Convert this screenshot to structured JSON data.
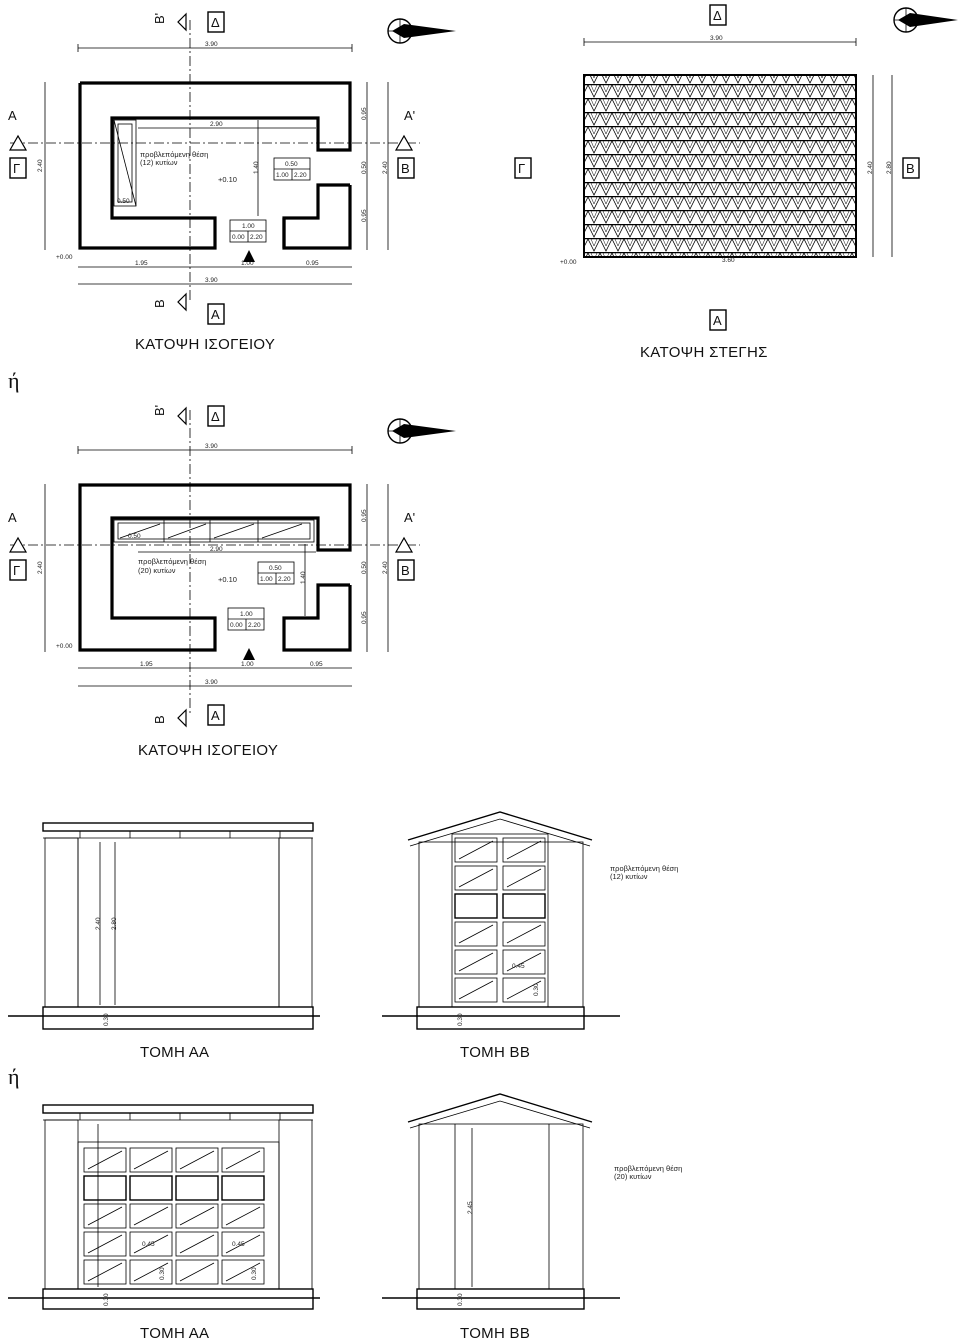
{
  "captions": {
    "plan_ground_1": "ΚΑΤΟΨΗ ΙΣΟΓΕΙΟΥ",
    "plan_roof": "ΚΑΤΟΨΗ ΣΤΕΓΗΣ",
    "plan_ground_2": "ΚΑΤΟΨΗ ΙΣΟΓΕΙΟΥ",
    "section_aa_1": "ΤΟΜΗ ΑΑ",
    "section_bb_1": "ΤΟΜΗ ΒΒ",
    "section_aa_2": "ΤΟΜΗ ΑΑ",
    "section_bb_2": "ΤΟΜΗ ΒΒ"
  },
  "separators": {
    "or_1": "ή",
    "or_2": "ή"
  },
  "facade_labels": {
    "a": "Α",
    "b": "Β",
    "g": "Γ",
    "d": "Δ"
  },
  "section_labels": {
    "a": "A",
    "a_prime": "A'",
    "b": "B",
    "b_prime": "B'"
  },
  "dimensions": {
    "total_width": "3.90",
    "total_depth": "2.40",
    "inner_width": "2.90",
    "left_segment": "1.95",
    "door_width": "1.00",
    "right_segment": "0.95",
    "side_upper": "0.95",
    "side_middle": "0.50",
    "side_lower": "0.95",
    "inner_depth": "1.40",
    "level_zero": "+0.00",
    "level_floor": "+0.10",
    "door_box_top": "1.00",
    "door_box_left": "0.00",
    "door_box_right": "2.20",
    "window_box_top": "0.50",
    "window_box_left": "1.00",
    "window_box_right": "2.20",
    "cabinet_depth": "0.50",
    "height_inner": "2.40",
    "height_total": "2.80",
    "height_bb": "2.45",
    "plinth": "0.30",
    "cell_width": "0.45",
    "cell_height": "0.30",
    "roof_dim": "2.80",
    "roof_dim_bottom": "3.60"
  },
  "notes": {
    "provision_12_line1": "προβλεπόμενη θέση",
    "provision_12_line2": "(12) κυτίων",
    "provision_20_line1": "προβλεπόμενη θέση",
    "provision_20_line2": "(20) κυτίων"
  }
}
